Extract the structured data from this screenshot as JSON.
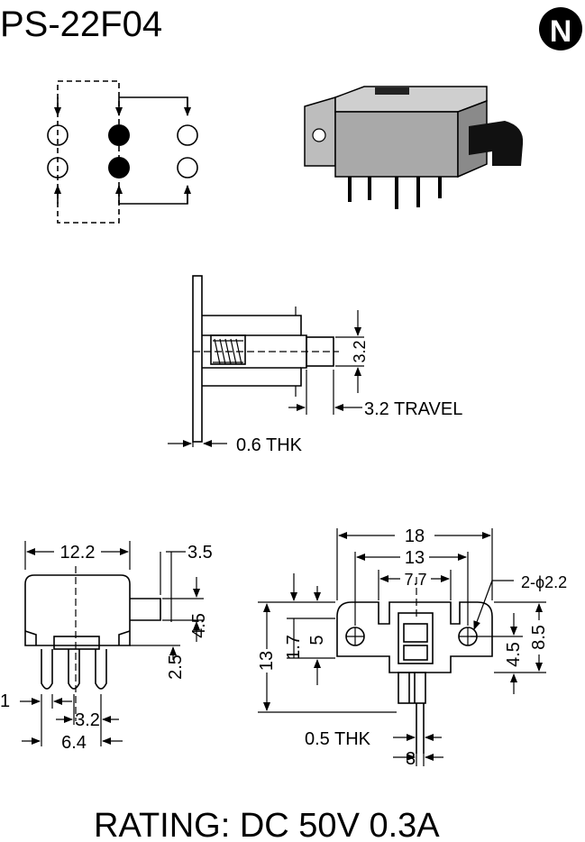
{
  "part_number": "PS-22F04",
  "logo_letter": "N",
  "rating": "RATING: DC 50V 0.3A",
  "side_view": {
    "dim_height": "3.2",
    "travel": "3.2 TRAVEL",
    "thickness": "0.6 THK"
  },
  "front_view": {
    "width": "12.2",
    "actuator_offset": "3.5",
    "actuator_height": "4.5",
    "pin_height": "2.5",
    "pin_width": "1",
    "pin_pitch": "3.2",
    "pin_span": "6.4"
  },
  "top_view": {
    "overall_width": "18",
    "hole_pitch": "13",
    "body_width": "7.7",
    "hole_spec": "2-ϕ2.2",
    "overall_height": "13",
    "bracket_height": "5",
    "offset": "1.7",
    "hole_offset": "4.5",
    "total_height": "8.5",
    "pin_thickness": "0.5 THK",
    "pin_pitch": "3"
  }
}
